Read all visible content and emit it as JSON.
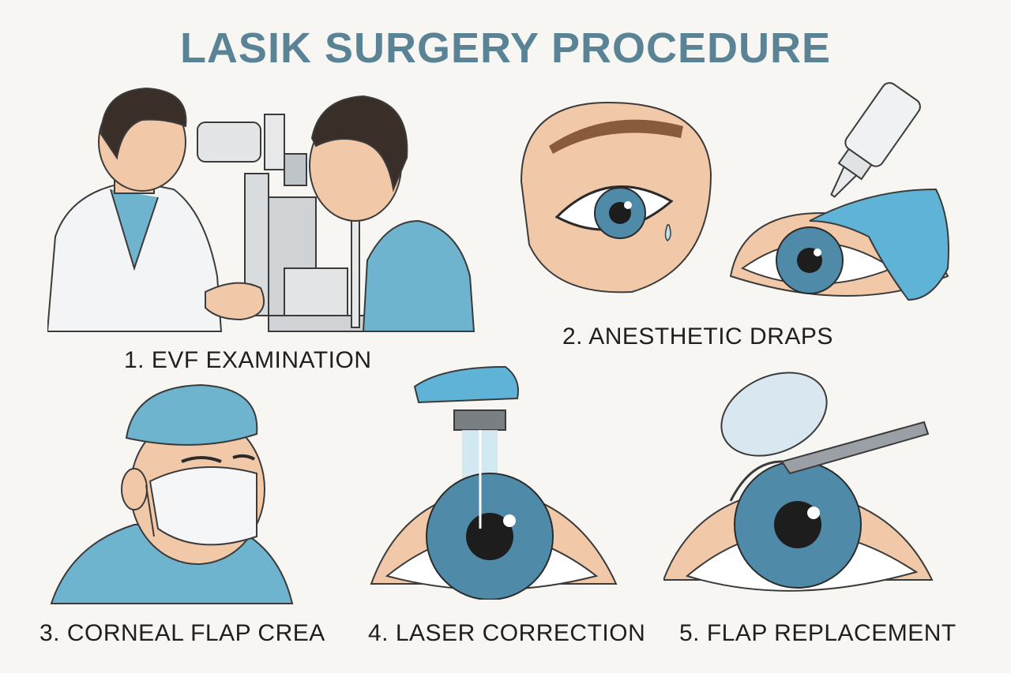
{
  "title": "LASIK SURGERY PROCEDURE",
  "steps": [
    {
      "label": "1. EVF EXAMINATION"
    },
    {
      "label": "2. ANESTHETIC DRAPS"
    },
    {
      "label": "3.  CORNEAL FLAP CREA"
    },
    {
      "label": "4. LASER CORRECTION"
    },
    {
      "label": "5. FLAP REPLACEMENT"
    }
  ],
  "colors": {
    "title": "#5a8496",
    "skin": "#f2c9a8",
    "iris": "#4f8aa8",
    "scrubs": "#6fb4cf",
    "drape": "#5fb3d6",
    "hair": "#3a2f28",
    "outline": "#3b3b3b"
  }
}
